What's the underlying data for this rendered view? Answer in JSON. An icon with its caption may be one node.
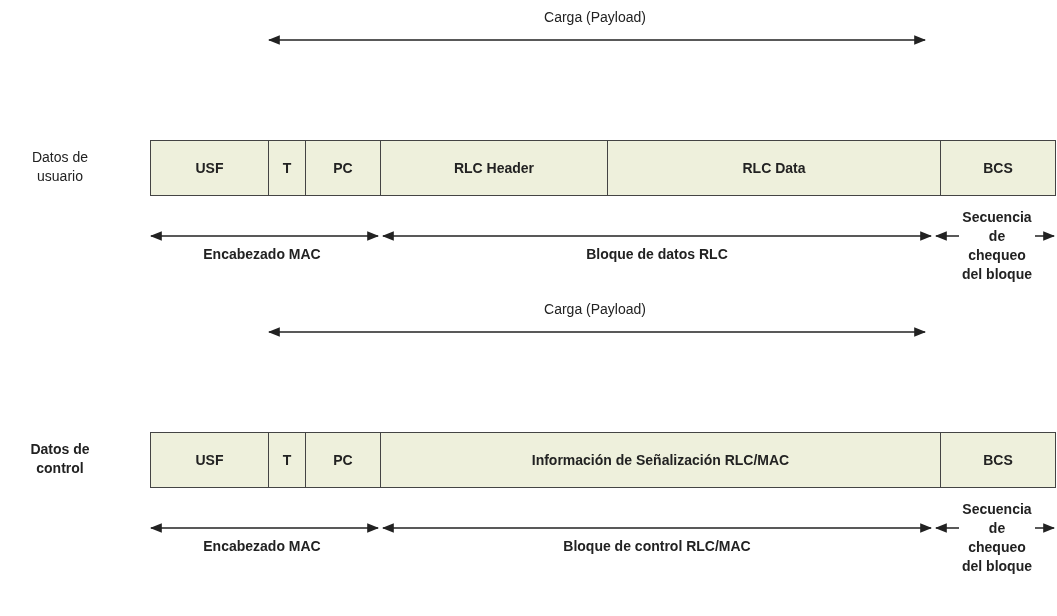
{
  "diagram": {
    "nodes": [
      {
        "text": [
          "USF"
        ]
      },
      {
        "text": [
          "T"
        ]
      },
      {
        "text": [
          "PC"
        ]
      },
      {
        "text": [
          "RLC Header"
        ]
      },
      {
        "text": [
          "RLC Data"
        ]
      },
      {
        "text": [
          "BCS"
        ]
      },
      {
        "text": [
          "USF"
        ]
      },
      {
        "text": [
          "T"
        ]
      },
      {
        "text": [
          "PC"
        ]
      },
      {
        "text": [
          "Información de Señalización RLC/MAC"
        ]
      },
      {
        "text": [
          "BCS"
        ]
      }
    ],
    "labels": [
      "Carga (Payload)",
      "Datos de usuario",
      "Encabezado MAC",
      "Bloque de datos RLC",
      "Secuencia de chequeo del bloque",
      "Carga (Payload)",
      "Datos de control",
      "Encabezado MAC",
      "Bloque de control RLC/MAC",
      "Secuencia de chequeo del bloque"
    ]
  }
}
